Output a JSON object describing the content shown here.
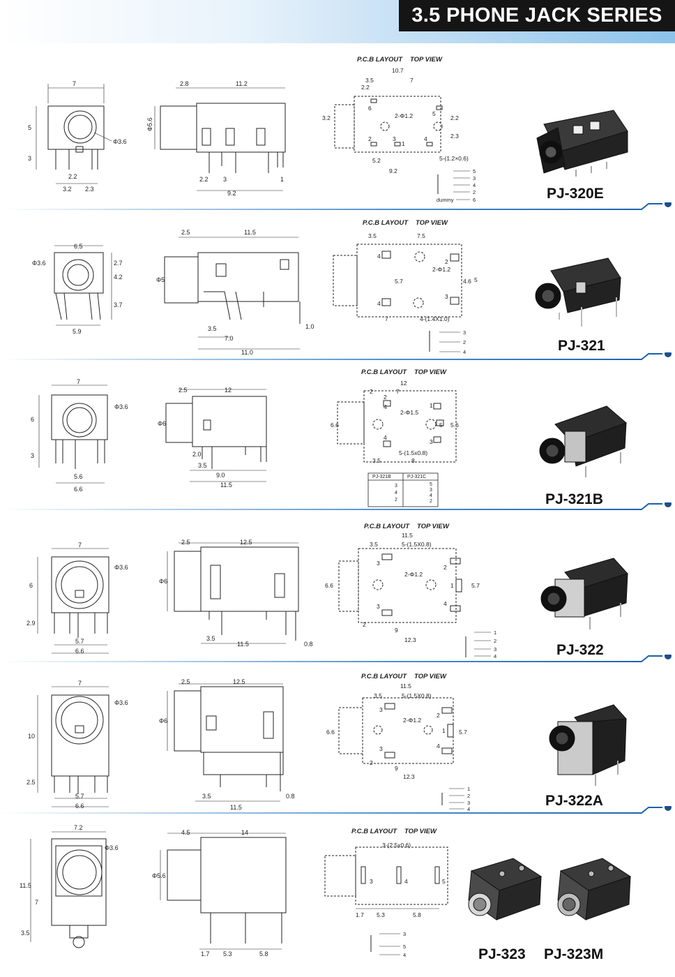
{
  "page_title": "3.5 PHONE JACK SERIES",
  "pcb_heading": "P.C.B LAYOUT",
  "top_view_heading": "TOP VIEW",
  "colors": {
    "title_bg": "#151515",
    "title_text": "#ffffff",
    "band": "#8cc3ea",
    "divider": "#1b6cb3"
  },
  "products": [
    {
      "model": "PJ-320E",
      "front_dims": [
        "7",
        "5",
        "3",
        "Φ3.6",
        "2.2",
        "3.2",
        "2.3"
      ],
      "side_dims": [
        "2.8",
        "11.2",
        "Φ5.6",
        "2.2",
        "3",
        "1",
        "9.2"
      ],
      "pcb_dims": [
        "10.7",
        "3.5",
        "7",
        "2.2",
        "3.2",
        "2-Φ1.2",
        "2.2",
        "2.3",
        "5.2",
        "9.2",
        "5-(1.2×0.6)"
      ],
      "pcb_pins": [
        "6",
        "5",
        "2",
        "3",
        "1",
        "4"
      ],
      "schematic": [
        "5",
        "3",
        "4",
        "2",
        "dummy",
        "6"
      ]
    },
    {
      "model": "PJ-321",
      "front_dims": [
        "6.5",
        "Φ3.6",
        "2.7",
        "4.2",
        "3.7",
        "5.9"
      ],
      "side_dims": [
        "2.5",
        "11.5",
        "Φ5",
        "3.5",
        "7.0",
        "11.0",
        "1.0"
      ],
      "pcb_dims": [
        "3.5",
        "7.5",
        "2-Φ1.2",
        "5.7",
        "4.6",
        "5",
        "7",
        "4-(1.4X1.0)"
      ],
      "pcb_pins": [
        "4",
        "2",
        "4",
        "3"
      ],
      "schematic": [
        "3",
        "2",
        "4"
      ]
    },
    {
      "model": "PJ-321B",
      "front_dims": [
        "7",
        "Φ3.6",
        "6",
        "3",
        "5.6",
        "6.6"
      ],
      "side_dims": [
        "2.5",
        "12",
        "Φ6",
        "2.0",
        "3.5",
        "9.0",
        "11.5"
      ],
      "pcb_dims": [
        "12",
        "2",
        "7",
        "2-Φ1.5",
        "6.6",
        "5.6",
        "3.5",
        "8",
        "5-(1.5x0.8)"
      ],
      "pcb_pins": [
        "2",
        "4",
        "1",
        "5",
        "4",
        "3"
      ],
      "variants": [
        {
          "name": "PJ-321B",
          "pins": [
            "3",
            "4",
            "2"
          ]
        },
        {
          "name": "PJ-321C",
          "pins": [
            "5",
            "3",
            "4",
            "2"
          ]
        }
      ]
    },
    {
      "model": "PJ-322",
      "front_dims": [
        "7",
        "Φ3.6",
        "6",
        "2.9",
        "5.7",
        "6.6"
      ],
      "side_dims": [
        "2.5",
        "12.5",
        "Φ6",
        "3.5",
        "11.5",
        "0.8"
      ],
      "pcb_dims": [
        "11.5",
        "3.5",
        "5-(1.5X0.8)",
        "2-Φ1.2",
        "6.6",
        "5.7",
        "2",
        "9",
        "12.3"
      ],
      "pcb_pins": [
        "3",
        "2",
        "1",
        "3",
        "4"
      ],
      "schematic": [
        "1",
        "2",
        "3",
        "4"
      ]
    },
    {
      "model": "PJ-322A",
      "front_dims": [
        "7",
        "Φ3.6",
        "10",
        "2.5",
        "5.7",
        "6.6"
      ],
      "side_dims": [
        "2.5",
        "12.5",
        "Φ6",
        "3.5",
        "11.5",
        "0.8"
      ],
      "pcb_dims": [
        "11.5",
        "3.5",
        "5-(1.5X0.8)",
        "2-Φ1.2",
        "6.6",
        "5.7",
        "2",
        "9",
        "12.3"
      ],
      "pcb_pins": [
        "3",
        "2",
        "1",
        "3",
        "4"
      ],
      "schematic": [
        "1",
        "2",
        "3",
        "4"
      ]
    },
    {
      "model": "PJ-323",
      "model2": "PJ-323M",
      "front_dims": [
        "7.2",
        "Φ3.6",
        "11.5",
        "7",
        "3.5"
      ],
      "side_dims": [
        "4.5",
        "14",
        "Φ5.6",
        "1.7",
        "5.3",
        "5.8"
      ],
      "pcb_dims": [
        "3-(2.5x0.6)",
        "1.7",
        "5.3",
        "5.8"
      ],
      "pcb_pins": [
        "3",
        "4",
        "5"
      ],
      "schematic": [
        "3",
        "5",
        "4"
      ]
    }
  ]
}
